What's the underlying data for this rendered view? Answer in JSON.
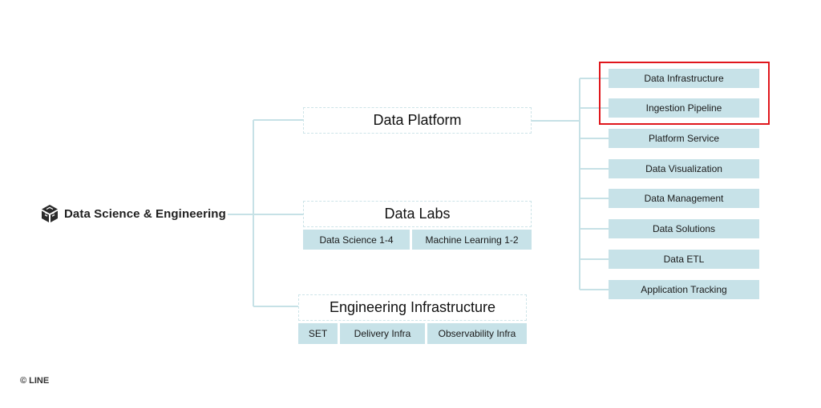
{
  "org_chart": {
    "root": {
      "label": "Data Science & Engineering",
      "icon": "cube-logo-icon"
    },
    "data_platform": {
      "label": "Data Platform",
      "teams": [
        "Data Infrastructure",
        "Ingestion Pipeline",
        "Platform Service",
        "Data Visualization",
        "Data Management",
        "Data Solutions",
        "Data ETL",
        "Application Tracking"
      ],
      "highlighted_teams": [
        "Data Infrastructure",
        "Ingestion Pipeline"
      ]
    },
    "data_labs": {
      "label": "Data Labs",
      "teams": [
        "Data Science 1-4",
        "Machine Learning 1-2"
      ]
    },
    "engineering_infrastructure": {
      "label": "Engineering Infrastructure",
      "teams": [
        "SET",
        "Delivery Infra",
        "Observability Infra"
      ]
    }
  },
  "footer": {
    "copyright": "© LINE"
  },
  "colors": {
    "chip": "#c7e2e8",
    "connector": "#c6e1e6",
    "highlight": "#e0161c"
  }
}
